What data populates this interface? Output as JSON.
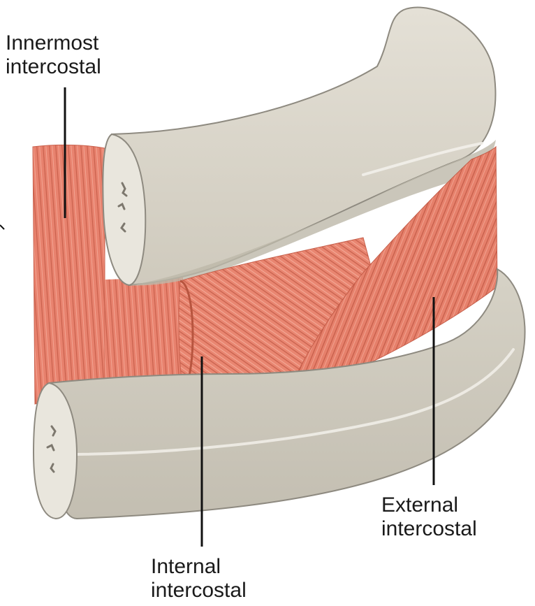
{
  "labels": {
    "innermost": {
      "line1": "Innermost",
      "line2": "intercostal"
    },
    "internal": {
      "line1": "Internal",
      "line2": "intercostal"
    },
    "external": {
      "line1": "External",
      "line2": "intercostal"
    }
  },
  "colors": {
    "bone": "#d9d5c9",
    "bone_shadow": "#bdb8a9",
    "bone_highlight": "#ebe8df",
    "bone_outline": "#8e8a80",
    "marrow": "#c9c4b6",
    "muscle": "#e8826e",
    "muscle_dark": "#c9604c",
    "muscle_light": "#f4a896",
    "leader_line": "#111111"
  }
}
